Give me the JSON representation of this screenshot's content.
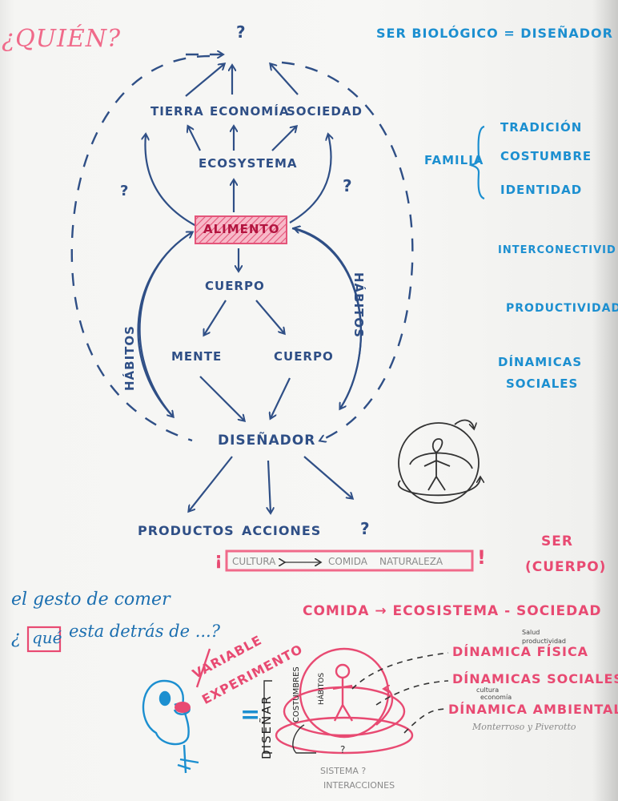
{
  "top_question": "¿QUIÉN?",
  "top_mark": "?",
  "flow": {
    "tierra": "TIERRA",
    "economia": "ECONOMÍA",
    "sociedad": "SOCIEDAD",
    "ecosystema": "ECOSYSTEMA",
    "alimento": "ALIMENTO",
    "cuerpo_top": "CUERPO",
    "mente": "MENTE",
    "cuerpo_right": "CUERPO",
    "disenador": "DISEÑADOR",
    "productos": "PRODUCTOS",
    "acciones": "ACCIONES",
    "question_right": "?",
    "habitos_left": "HÁBITOS",
    "habitos_right": "HÁBITOS",
    "left_mark": "?",
    "right_mark": "?"
  },
  "right_panel": {
    "ser_biologico": "SER BIOLÓGICO = DISEÑADOR",
    "familia": "FAMILIA",
    "tradicion": "TRADICIÓN",
    "costumbre": "COSTUMBRE",
    "identidad": "IDENTIDAD",
    "interconectivid": "INTERCONECTIVID",
    "productividad": "PRODUCTIVIDAD",
    "dinamicas_sociales_1": "DÍNAMICAS",
    "dinamicas_sociales_2": "SOCIALES"
  },
  "cultura_line": {
    "open": "¡",
    "cultura": "CULTURA",
    "comida": "COMIDA",
    "naturaleza": "NATURALEZA",
    "close": "!"
  },
  "bottom_left": {
    "line1": "el gesto de comer",
    "open_q": "¿",
    "que": "qué",
    "line2": "esta detrás de ...?"
  },
  "variable": {
    "line1": "VARIABLE",
    "line2": "EXPERIMENTO"
  },
  "ser_cuerpo": {
    "ser": "SER",
    "cuerpo": "(CUERPO)"
  },
  "bottom_right": {
    "comida_line": "COMIDA → ECOSISTEMA - SOCIEDAD",
    "salud": "Salud",
    "productividad": "productividad",
    "dinamica_fisica": "DÍNAMICA FÍSICA",
    "dinamicas_sociales": "DÍNAMICAS SOCIALES",
    "cultura_economia_1": "cultura",
    "cultura_economia_2": "economía",
    "dinamica_ambiental": "DÍNAMICA AMBIENTAL",
    "footnote": "Monterroso y Piverotto"
  },
  "bottom_diagram": {
    "equals": "=",
    "disenar": "DISEÑAR",
    "costumbres": "COSTUMBRES",
    "habitos": "HÁBITOS",
    "question": "?",
    "sistema": "SISTEMA ?",
    "interacciones": "INTERACCIONES"
  },
  "colors": {
    "blue_ink": "#2f4f86",
    "cyan_ink": "#1c8fd0",
    "pink_ink": "#e84a72",
    "pink_question": "#f06a8a",
    "paper": "#f6f6f4"
  }
}
